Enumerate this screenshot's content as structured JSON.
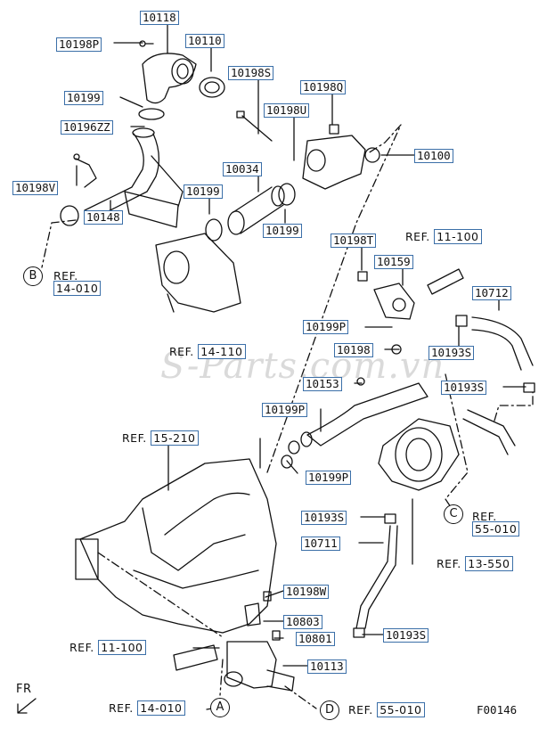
{
  "watermark": "S-Parts.com.vn",
  "part_labels": {
    "p10118": "10118",
    "p10198P": "10198P",
    "p10110": "10110",
    "p10198S": "10198S",
    "p10199_top": "10199",
    "p10198Q": "10198Q",
    "p10196ZZ": "10196ZZ",
    "p10198U": "10198U",
    "p10100": "10100",
    "p10034": "10034",
    "p10198V": "10198V",
    "p10199_mid": "10199",
    "p10199_low": "10199",
    "p10148": "10148",
    "p10198T": "10198T",
    "p10159": "10159",
    "p10712": "10712",
    "p10199P_a": "10199P",
    "p10193S_a": "10193S",
    "p10198": "10198",
    "p10153": "10153",
    "p10193S_b": "10193S",
    "p10199P_b": "10199P",
    "p10199P_c": "10199P",
    "p10193S_c": "10193S",
    "p10711": "10711",
    "p10198W": "10198W",
    "p10803": "10803",
    "p10801": "10801",
    "p10193S_d": "10193S",
    "p10113": "10113"
  },
  "refs": {
    "ref_14_010_b": {
      "prefix": "REF.",
      "code": "14-010"
    },
    "ref_14_110": {
      "prefix": "REF.",
      "code": "14-110"
    },
    "ref_11_100_top": {
      "prefix": "REF.",
      "code": "11-100"
    },
    "ref_15_210": {
      "prefix": "REF.",
      "code": "15-210"
    },
    "ref_55_010_c": {
      "prefix": "REF.",
      "code": "55-010"
    },
    "ref_13_550": {
      "prefix": "REF.",
      "code": "13-550"
    },
    "ref_11_100_low": {
      "prefix": "REF.",
      "code": "11-100"
    },
    "ref_14_010_a": {
      "prefix": "REF.",
      "code": "14-010"
    },
    "ref_55_010_d": {
      "prefix": "REF.",
      "code": "55-010"
    }
  },
  "circles": {
    "A": "A",
    "B": "B",
    "C": "C",
    "D": "D"
  },
  "direction_label": "FR",
  "figure_code": "F00146",
  "colors": {
    "box_border": "#3b6fa8",
    "line": "#111111"
  }
}
